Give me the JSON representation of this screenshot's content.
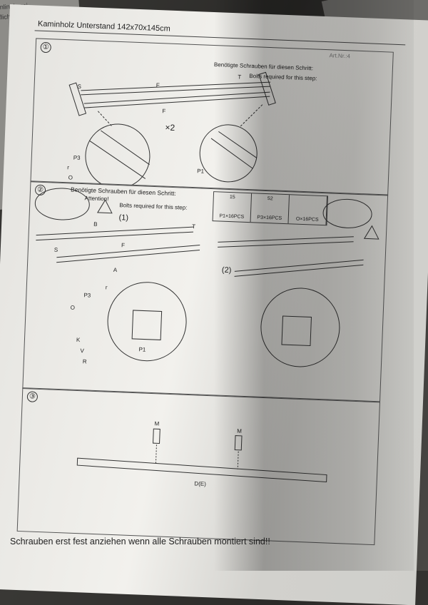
{
  "background": {
    "left_sheet": [
      "Onlineberei",
      "öflich um"
    ]
  },
  "document": {
    "title": "Kaminholz Unterstand 142x70x145cm",
    "art_nr": "Art.Nr.:4",
    "step1": {
      "number": "①",
      "screws_de": "Benötigte Schrauben für diesen Schritt:",
      "screws_en": "Bolts required for this step:",
      "labels": {
        "s": "S",
        "f1": "F",
        "f2": "F",
        "t": "T",
        "times": "×2",
        "p3": "P3",
        "r": "r",
        "o": "O",
        "p1": "P1"
      }
    },
    "step2": {
      "number": "②",
      "screws_de": "Benötigte Schrauben für diesen Schritt:",
      "attention": "Attention!",
      "screws_en": "Bolts required for this step:",
      "bolts": [
        {
          "dim": "15",
          "label": "P1×16PCS"
        },
        {
          "dim": "52",
          "label": "P3×16PCS"
        },
        {
          "dim": "",
          "label": "O×16PCS"
        }
      ],
      "variant1": "(1)",
      "variant2": "(2)",
      "labels": {
        "b": "B",
        "t": "T",
        "f": "F",
        "s": "S",
        "a": "A",
        "r": "r",
        "p3": "P3",
        "o": "O",
        "k": "K",
        "v": "V",
        "rr": "R",
        "p1": "P1"
      }
    },
    "step3": {
      "number": "③",
      "m": "M",
      "beam": "D(E)"
    },
    "footer": "Schrauben erst fest anziehen wenn alle Schrauben montiert sind!!"
  }
}
